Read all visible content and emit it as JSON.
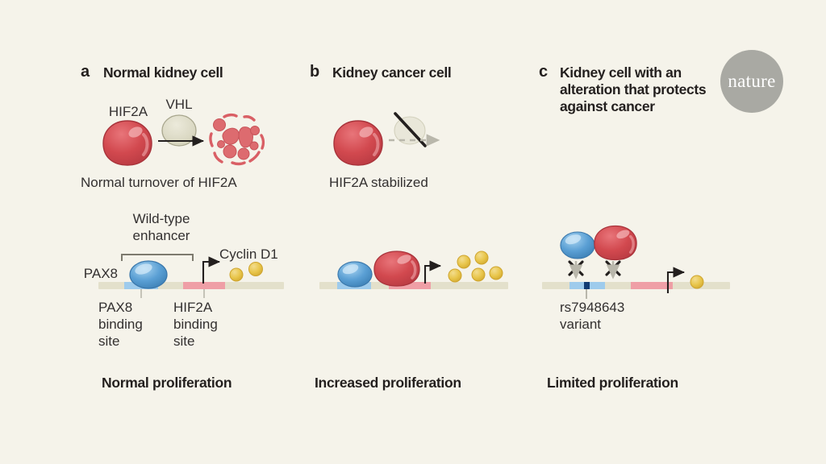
{
  "figure": {
    "background_color": "#f5f3ea",
    "brand": {
      "name": "nature",
      "circle_color": "#a9a9a3",
      "text_color": "#ffffff"
    }
  },
  "palette": {
    "dna": "#e3e0cb",
    "pax8_site": "#9ecbec",
    "hif2a_site": "#ef9fa6",
    "pax8_protein": "#5a9fd4",
    "hif2a_protein": "#cf4a4a",
    "vhl": "#d8d6c0",
    "cyclin_dot": "#e8c54a",
    "variant": "#123b72",
    "text": "#231f1e",
    "label_text": "#333030",
    "bracket": "#7d7a6e",
    "arrow_dark": "#231f1e",
    "arrow_grey": "#b9b7ab"
  },
  "panels": [
    {
      "letter": "a",
      "title": "Normal kidney cell",
      "top_labels": {
        "protein": "HIF2A",
        "ligase": "VHL"
      },
      "top_caption": "Normal turnover of HIF2A",
      "enhancer_label": "Wild-type\nenhancer",
      "left_protein_label": "PAX8",
      "site_labels": {
        "pax8": "PAX8\nbinding\nsite",
        "hif2a": "HIF2A\nbinding\nsite"
      },
      "gene_label": "Cyclin D1",
      "cyclin_dot_count": 2,
      "bottom_caption": "Normal proliferation",
      "icons": [
        "hif2a-blob",
        "vhl-oval",
        "degradation-fragments",
        "black-arrow",
        "pax8-blob",
        "transcription-arrow",
        "cyclin-d1-dots"
      ]
    },
    {
      "letter": "b",
      "title": "Kidney cancer cell",
      "top_caption": "HIF2A stabilized",
      "cyclin_dot_count": 5,
      "bottom_caption": "Increased proliferation",
      "icons": [
        "hif2a-blob",
        "vhl-oval-crossed-out",
        "dashed-grey-arrow",
        "pax8-blob",
        "hif2a-blob-bound",
        "transcription-arrow",
        "cyclin-d1-dots"
      ]
    },
    {
      "letter": "c",
      "title": "Kidney cell with\nan alteration that\nprotects against\ncancer",
      "variant_label": "rs7948643\nvariant",
      "cyclin_dot_count": 1,
      "bottom_caption": "Limited proliferation",
      "icons": [
        "pax8-blob-detached",
        "hif2a-blob-detached",
        "x-mark",
        "x-mark",
        "grey-down-arrow",
        "grey-down-arrow",
        "variant-tick",
        "transcription-arrow",
        "cyclin-d1-dot"
      ]
    }
  ]
}
